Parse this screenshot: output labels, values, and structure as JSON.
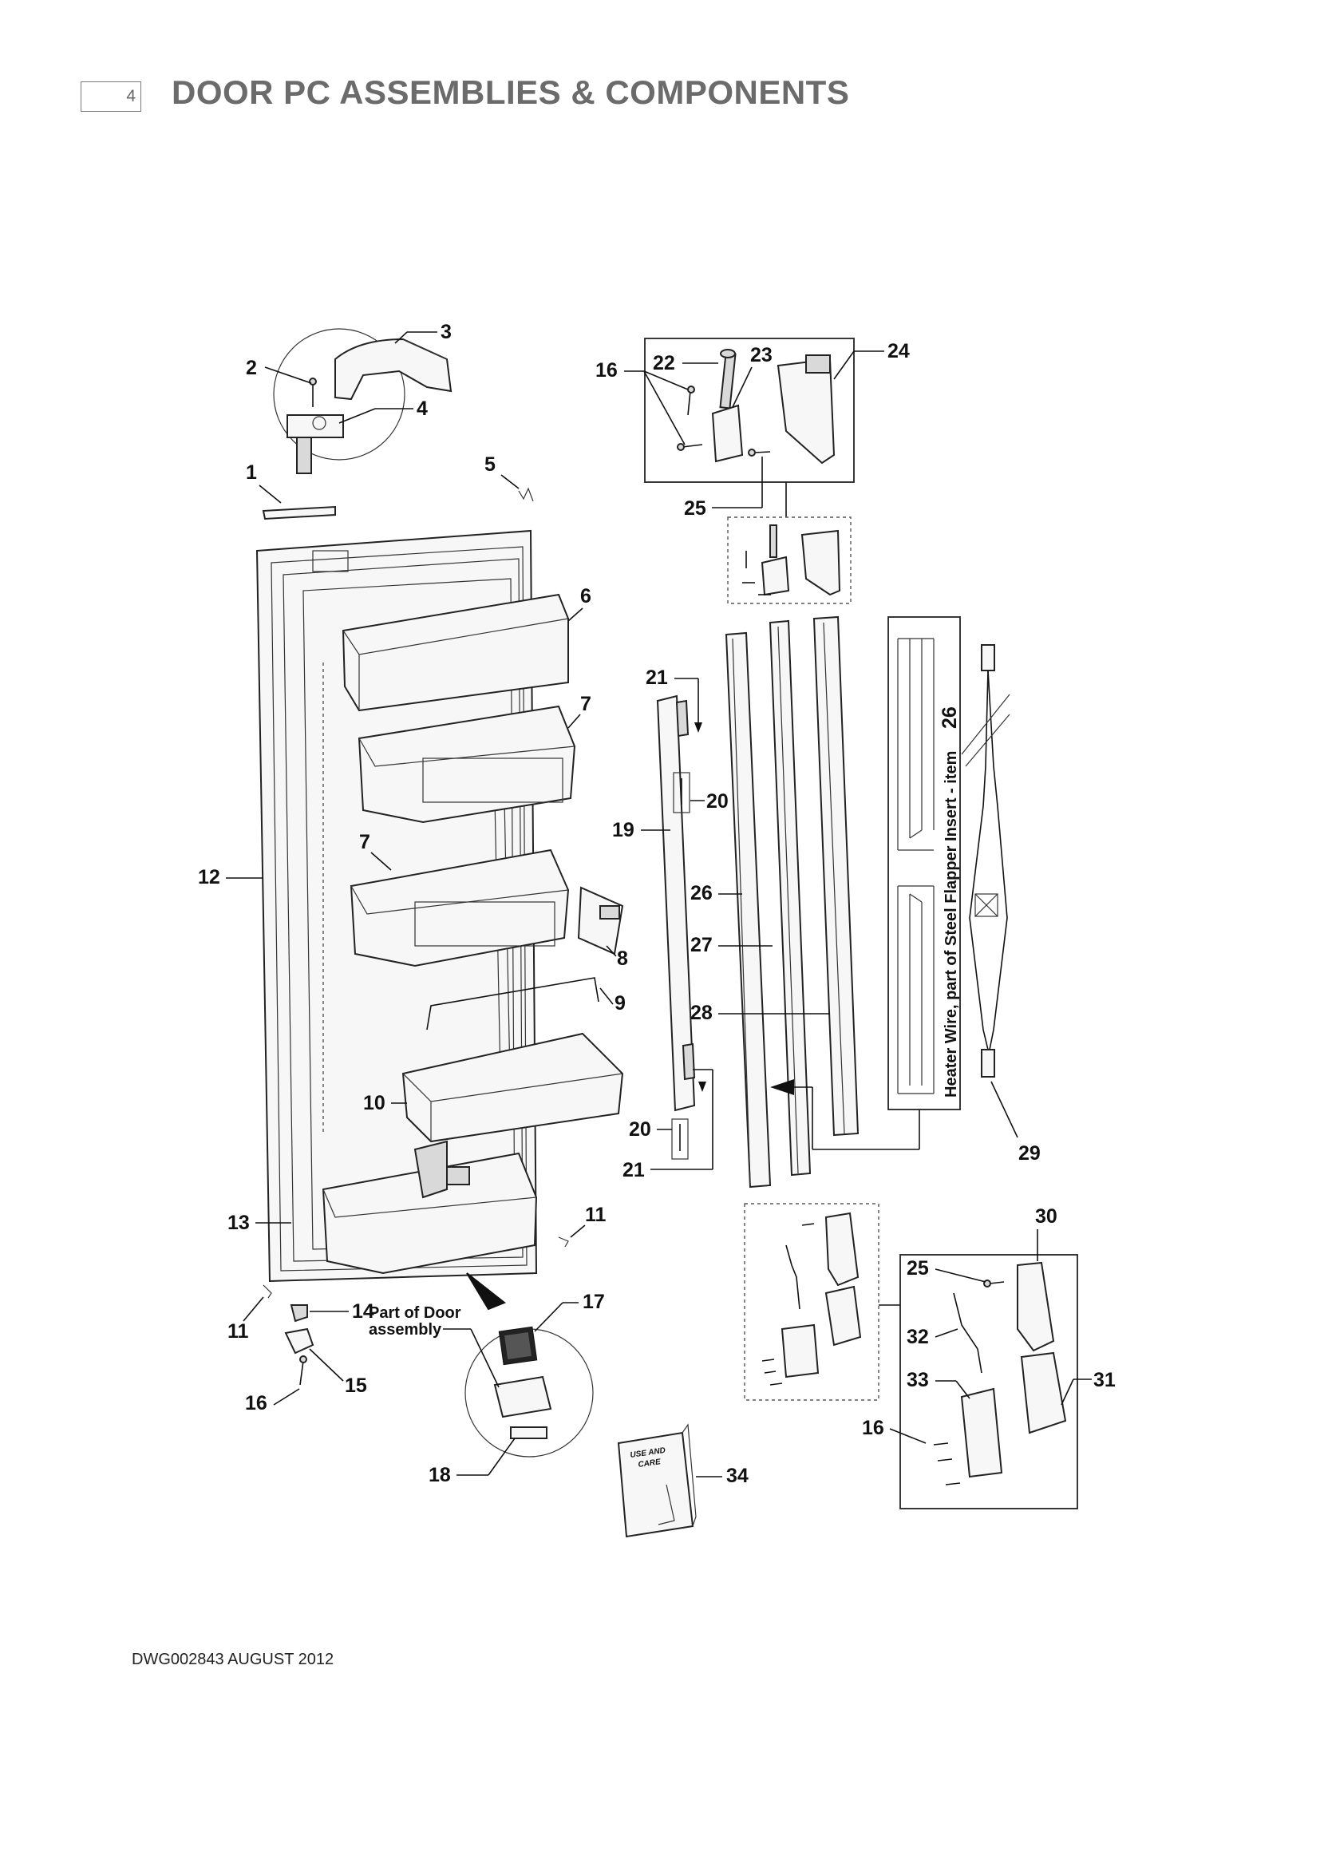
{
  "header": {
    "page_number": "4",
    "title": "DOOR PC ASSEMBLIES & COMPONENTS"
  },
  "footer": {
    "drawing_ref": "DWG002843   AUGUST 2012"
  },
  "callouts": {
    "c1": "1",
    "c2": "2",
    "c3": "3",
    "c4": "4",
    "c5": "5",
    "c6": "6",
    "c7a": "7",
    "c7b": "7",
    "c8": "8",
    "c9": "9",
    "c10": "10",
    "c11a": "11",
    "c11b": "11",
    "c12": "12",
    "c13": "13",
    "c14": "14",
    "c15": "15",
    "c16a": "16",
    "c16b": "16",
    "c16c": "16",
    "c17": "17",
    "c18": "18",
    "c19": "19",
    "c20a": "20",
    "c20b": "20",
    "c21a": "21",
    "c21b": "21",
    "c22": "22",
    "c23": "23",
    "c24": "24",
    "c25a": "25",
    "c25b": "25",
    "c26": "26",
    "c27": "27",
    "c28": "28",
    "c29": "29",
    "c30": "30",
    "c31": "31",
    "c32": "32",
    "c33": "33",
    "c34": "34"
  },
  "notes": {
    "part_of_door_line1": "Part of Door",
    "part_of_door_line2": "assembly",
    "heater_wire_text": "Heater Wire, part of Steel Flapper Insert - item",
    "heater_wire_item": "26",
    "manual_line1": "USE AND",
    "manual_line2": "CARE"
  }
}
